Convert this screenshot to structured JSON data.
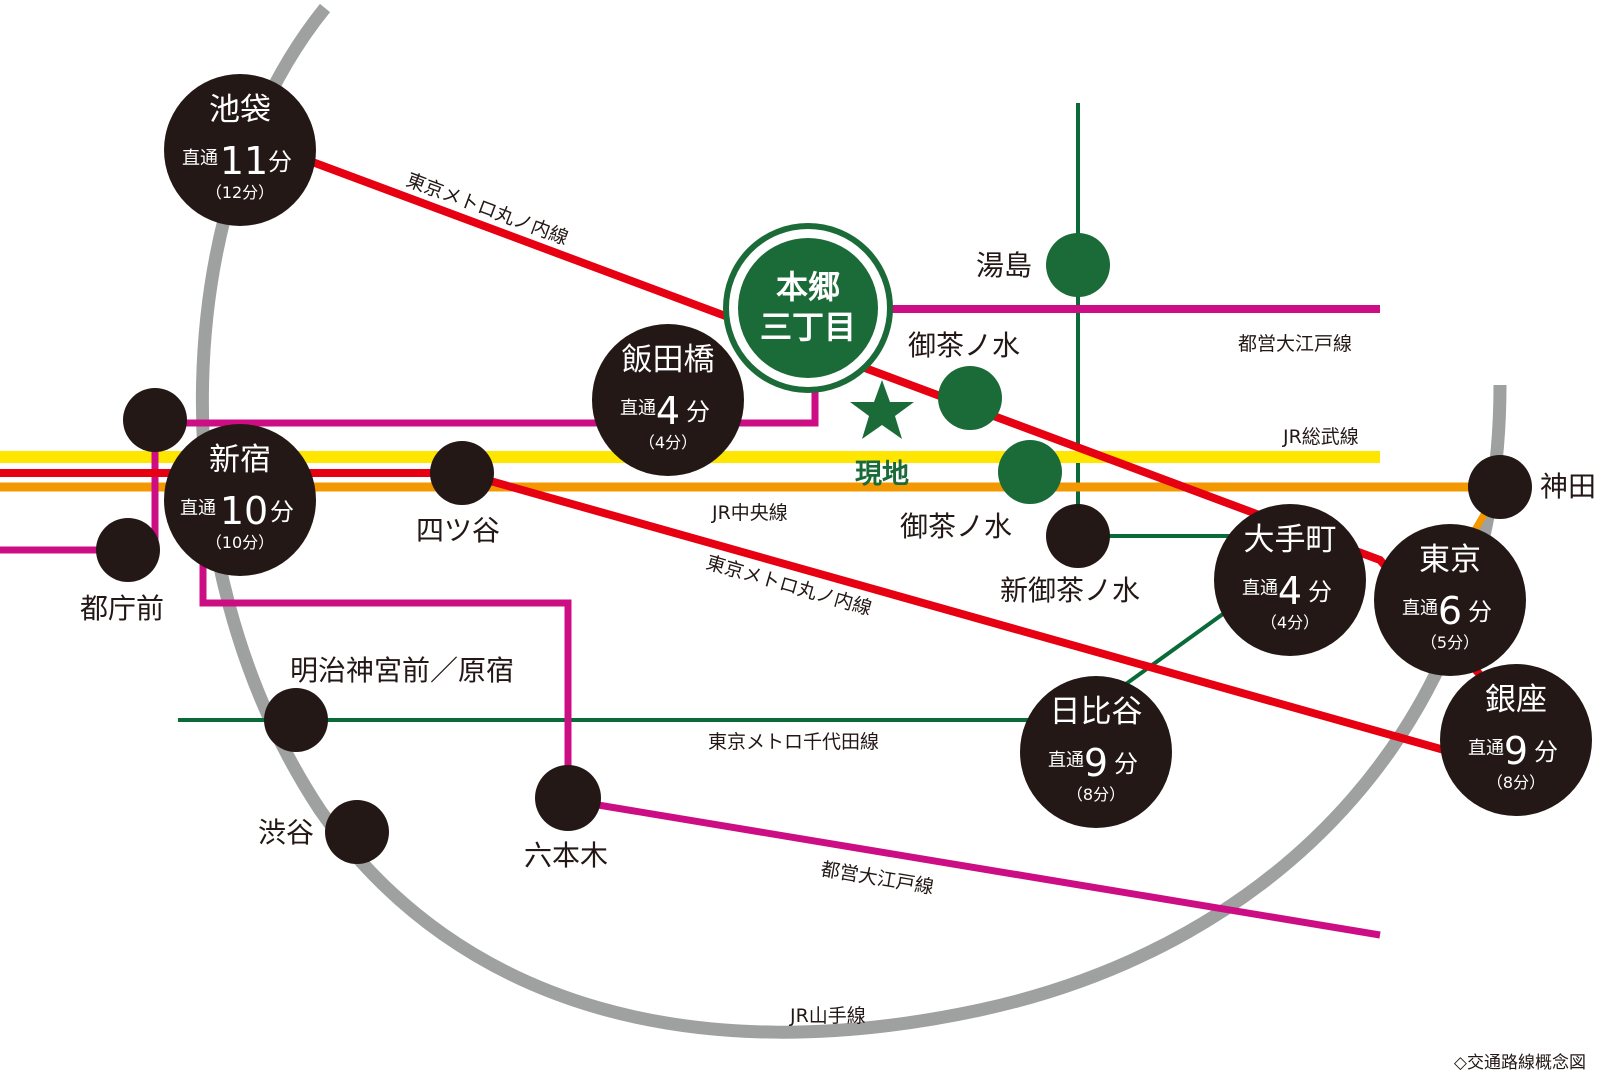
{
  "colors": {
    "marunouchi": "#e60012",
    "oedo": "#cc0d84",
    "sobu": "#ffe600",
    "chuo": "#f39800",
    "chiyoda": "#0b6a3a",
    "yamanote": "#9fa0a0",
    "station": "#231815",
    "green_station": "#1a6b38"
  },
  "lines": {
    "marunouchi_north": "東京メトロ丸ノ内線",
    "marunouchi_south": "東京メトロ丸ノ内線",
    "oedo_east": "都営大江戸線",
    "oedo_south": "都営大江戸線",
    "sobu": "JR総武線",
    "chuo": "JR中央線",
    "chiyoda": "東京メトロ千代田線",
    "yamanote": "JR山手線"
  },
  "current_station": {
    "name_line1": "本郷",
    "name_line2": "三丁目",
    "marker_label": "現地",
    "marker_icon": "star-icon"
  },
  "hubs": {
    "ikebukuro": {
      "name": "池袋",
      "direct": "直通",
      "time": "11",
      "unit": "分",
      "sub": "（12分）"
    },
    "iidabashi": {
      "name": "飯田橋",
      "direct": "直通",
      "time": "4",
      "unit": "分",
      "sub": "（4分）"
    },
    "shinjuku": {
      "name": "新宿",
      "direct": "直通",
      "time": "10",
      "unit": "分",
      "sub": "（10分）"
    },
    "otemachi": {
      "name": "大手町",
      "direct": "直通",
      "time": "4",
      "unit": "分",
      "sub": "（4分）"
    },
    "tokyo": {
      "name": "東京",
      "direct": "直通",
      "time": "6",
      "unit": "分",
      "sub": "（5分）"
    },
    "hibiya": {
      "name": "日比谷",
      "direct": "直通",
      "time": "9",
      "unit": "分",
      "sub": "（8分）"
    },
    "ginza": {
      "name": "銀座",
      "direct": "直通",
      "time": "9",
      "unit": "分",
      "sub": "（8分）"
    }
  },
  "stations": {
    "yushima": "湯島",
    "ochanomizu_1": "御茶ノ水",
    "ochanomizu_2": "御茶ノ水",
    "shin_ochanomizu": "新御茶ノ水",
    "yotsuya": "四ツ谷",
    "kanda": "神田",
    "tochomae": "都庁前",
    "meiji_jingumae": "明治神宮前／原宿",
    "shibuya": "渋谷",
    "roppongi": "六本木"
  },
  "note": "◇交通路線概念図"
}
